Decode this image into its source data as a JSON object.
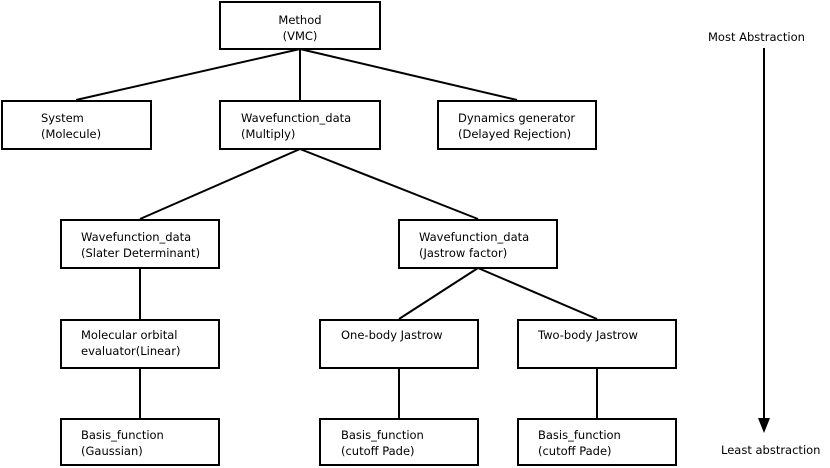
{
  "nodes": {
    "method": {
      "line1": "Method",
      "line2": "(VMC)"
    },
    "system": {
      "line1": "System",
      "line2": "(Molecule)"
    },
    "wf_multiply": {
      "line1": "Wavefunction_data",
      "line2": "(Multiply)"
    },
    "dynamics": {
      "line1": "Dynamics generator",
      "line2": "(Delayed Rejection)"
    },
    "wf_slater": {
      "line1": "Wavefunction_data",
      "line2": "(Slater Determinant)"
    },
    "wf_jastrow": {
      "line1": "Wavefunction_data",
      "line2": "(Jastrow factor)"
    },
    "mo_eval": {
      "line1": "Molecular orbital",
      "line2": "evaluator(Linear)"
    },
    "one_body": {
      "line1": "One-body Jastrow",
      "line2": ""
    },
    "two_body": {
      "line1": "Two-body Jastrow",
      "line2": ""
    },
    "basis_gaussian": {
      "line1": "Basis_function",
      "line2": "(Gaussian)"
    },
    "basis_pade1": {
      "line1": "Basis_function",
      "line2": "(cutoff Pade)"
    },
    "basis_pade2": {
      "line1": "Basis_function",
      "line2": "(cutoff Pade)"
    }
  },
  "axis": {
    "top_label": "Most Abstraction",
    "bottom_label": "Least abstraction"
  }
}
